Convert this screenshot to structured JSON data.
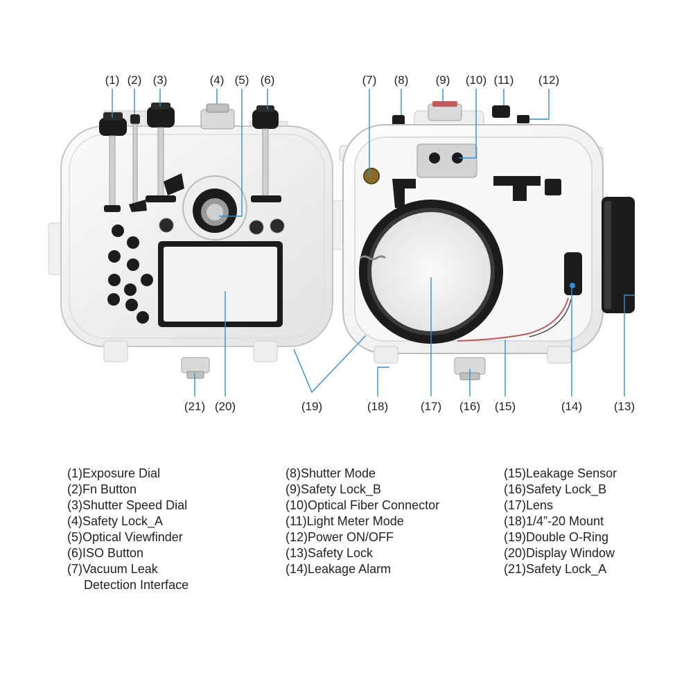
{
  "callouts": [
    {
      "id": 1,
      "label": "(1)"
    },
    {
      "id": 2,
      "label": "(2)"
    },
    {
      "id": 3,
      "label": "(3)"
    },
    {
      "id": 4,
      "label": "(4)"
    },
    {
      "id": 5,
      "label": "(5)"
    },
    {
      "id": 6,
      "label": "(6)"
    },
    {
      "id": 7,
      "label": "(7)"
    },
    {
      "id": 8,
      "label": "(8)"
    },
    {
      "id": 9,
      "label": "(9)"
    },
    {
      "id": 10,
      "label": "(10)"
    },
    {
      "id": 11,
      "label": "(11)"
    },
    {
      "id": 12,
      "label": "(12)"
    },
    {
      "id": 13,
      "label": "(13)"
    },
    {
      "id": 14,
      "label": "(14)"
    },
    {
      "id": 15,
      "label": "(15)"
    },
    {
      "id": 16,
      "label": "(16)"
    },
    {
      "id": 17,
      "label": "(17)"
    },
    {
      "id": 18,
      "label": "(18)"
    },
    {
      "id": 19,
      "label": "(19)"
    },
    {
      "id": 20,
      "label": "(20)"
    },
    {
      "id": 21,
      "label": "(21)"
    }
  ],
  "legend": {
    "col1": [
      {
        "text": "(1)Exposure Dial"
      },
      {
        "text": "(2)Fn Button"
      },
      {
        "text": "(3)Shutter Speed Dial"
      },
      {
        "text": "(4)Safety Lock_A"
      },
      {
        "text": "(5)Optical Viewfinder"
      },
      {
        "text": "(6)ISO Button"
      },
      {
        "text": "(7)Vacuum Leak",
        "cont": "Detection Interface"
      }
    ],
    "col2": [
      {
        "text": "(8)Shutter Mode"
      },
      {
        "text": "(9)Safety Lock_B"
      },
      {
        "text": "(10)Optical Fiber Connector"
      },
      {
        "text": "(11)Light Meter Mode"
      },
      {
        "text": "(12)Power ON/OFF"
      },
      {
        "text": "(13)Safety Lock"
      },
      {
        "text": "(14)Leakage Alarm"
      }
    ],
    "col3": [
      {
        "text": "(15)Leakage Sensor"
      },
      {
        "text": "(16)Safety Lock_B"
      },
      {
        "text": "(17)Lens"
      },
      {
        "text": "(18)1/4”-20 Mount"
      },
      {
        "text": "(19)Double O-Ring"
      },
      {
        "text": "(20)Display Window"
      },
      {
        "text": "(21)Safety Lock_A"
      }
    ]
  },
  "colors": {
    "leader": "#2f8fd6",
    "housing": "#f4f4f4",
    "housing_edge": "#c8c8c8",
    "knob": "#1c1c1c",
    "text": "#222222"
  }
}
